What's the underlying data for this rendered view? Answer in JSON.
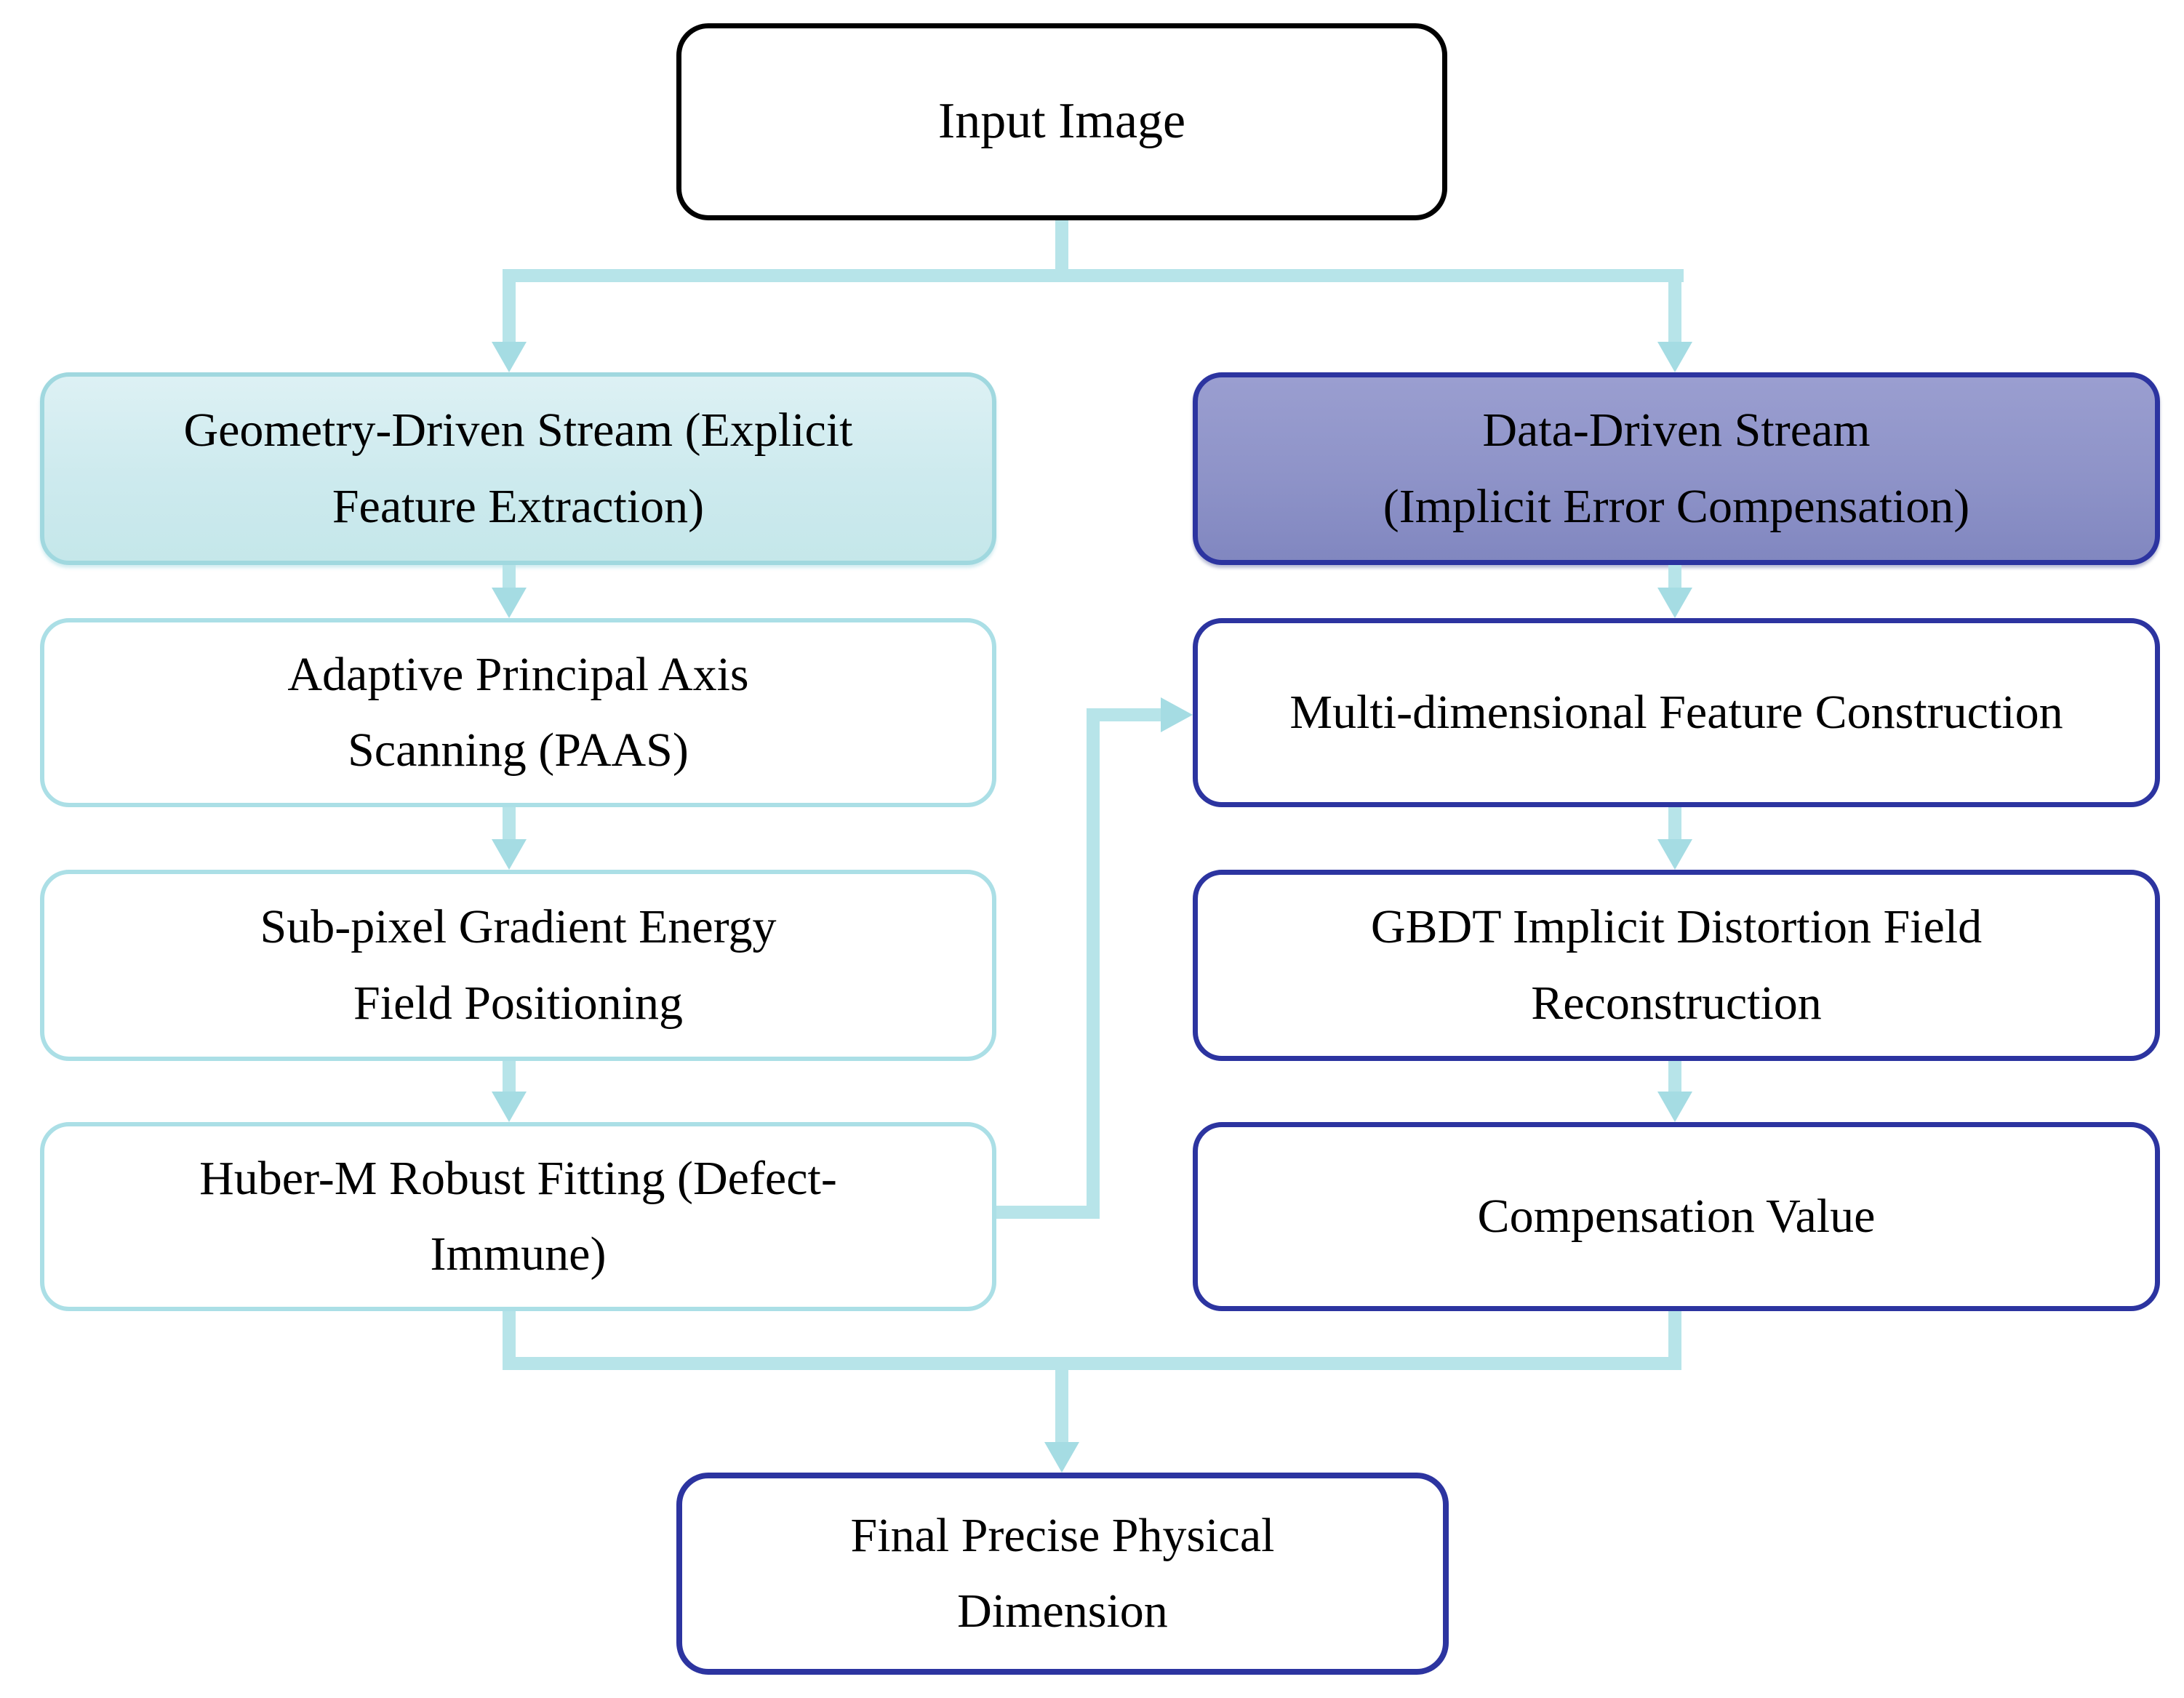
{
  "flowchart": {
    "nodes": {
      "input": {
        "label": "Input Image"
      },
      "geo_header": {
        "label": "Geometry-Driven Stream (Explicit\nFeature Extraction)"
      },
      "paas": {
        "label": "Adaptive Principal Axis\nScanning (PAAS)"
      },
      "subpixel": {
        "label": "Sub-pixel Gradient Energy\nField Positioning"
      },
      "huber": {
        "label": "Huber-M Robust Fitting (Defect-\nImmune)"
      },
      "data_header": {
        "label": "Data-Driven Stream\n(Implicit Error Compensation)"
      },
      "feature": {
        "label": "Multi-dimensional Feature Construction"
      },
      "gbdt": {
        "label": "GBDT Implicit Distortion Field\nReconstruction"
      },
      "compensation": {
        "label": "Compensation Value"
      },
      "final": {
        "label": "Final Precise Physical\nDimension"
      }
    },
    "colors": {
      "connector_line": "#b7e4e9",
      "arrowhead": "#a5dce3",
      "geometry_header_fill_top": "#ddf1f4",
      "geometry_header_fill_bottom": "#c5e7ea",
      "geometry_border": "#a0d8df",
      "geometry_box_border": "#abdfe6",
      "data_header_fill_top": "#9a9ed0",
      "data_header_fill_bottom": "#8187c0",
      "navy_border": "#2c34a0",
      "input_border": "#000000",
      "text": "#000000",
      "background": "#ffffff"
    }
  }
}
